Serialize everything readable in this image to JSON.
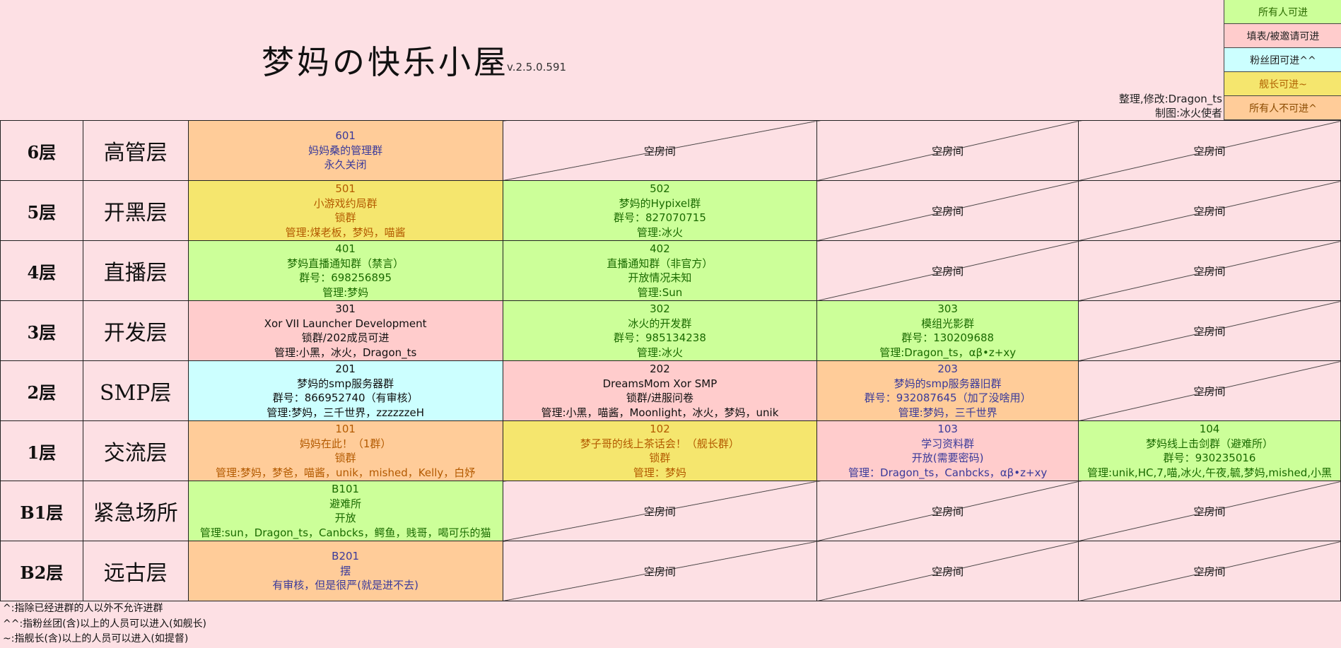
{
  "header": {
    "title": "梦妈の快乐小屋",
    "version": "v.2.5.0.591",
    "credit_editor": "整理,修改:Dragon_ts",
    "credit_maker": "制图:冰火使者"
  },
  "legend": [
    {
      "label": "所有人可进",
      "color": "#ccff99",
      "text_color": "#2a6a00"
    },
    {
      "label": "填表/被邀请可进",
      "color": "#ffcccc",
      "text_color": "#222222"
    },
    {
      "label": "粉丝团可进^^",
      "color": "#ccffff",
      "text_color": "#222222"
    },
    {
      "label": "舰长可进~",
      "color": "#f5e66e",
      "text_color": "#b06000"
    },
    {
      "label": "所有人不可进^",
      "color": "#ffcc99",
      "text_color": "#8a4a00"
    }
  ],
  "floors": [
    {
      "floor": "6层",
      "name": "高管层",
      "rooms": [
        {
          "type": "orange",
          "text_color": "#3a3a9a",
          "lines": [
            "601",
            "妈妈桑的管理群",
            "永久关闭"
          ]
        },
        {
          "type": "empty",
          "label": "空房间"
        },
        {
          "type": "empty",
          "label": "空房间"
        },
        {
          "type": "empty",
          "label": "空房间"
        }
      ]
    },
    {
      "floor": "5层",
      "name": "开黑层",
      "rooms": [
        {
          "type": "yellow",
          "text_color": "#b35a00",
          "lines": [
            "501",
            "小游戏约局群",
            "锁群",
            "管理:煤老板，梦妈，喵酱"
          ]
        },
        {
          "type": "green",
          "text_color": "#1a6a00",
          "lines": [
            "502",
            "梦妈的Hypixel群",
            "群号：827070715",
            "管理:冰火"
          ]
        },
        {
          "type": "empty",
          "label": "空房间"
        },
        {
          "type": "empty",
          "label": "空房间"
        }
      ]
    },
    {
      "floor": "4层",
      "name": "直播层",
      "rooms": [
        {
          "type": "green",
          "text_color": "#1a6a00",
          "lines": [
            "401",
            "梦妈直播通知群（禁言）",
            "群号：698256895",
            "管理:梦妈"
          ]
        },
        {
          "type": "green",
          "text_color": "#1a6a00",
          "lines": [
            "402",
            "直播通知群（非官方）",
            "开放情况未知",
            "管理:Sun"
          ]
        },
        {
          "type": "empty",
          "label": "空房间"
        },
        {
          "type": "empty",
          "label": "空房间"
        }
      ]
    },
    {
      "floor": "3层",
      "name": "开发层",
      "rooms": [
        {
          "type": "pink",
          "text_color": "#111111",
          "lines": [
            "301",
            "Xor VII Launcher Development",
            "锁群/202成员可进",
            "管理:小黑，冰火，Dragon_ts"
          ]
        },
        {
          "type": "green",
          "text_color": "#1a6a00",
          "lines": [
            "302",
            "冰火的开发群",
            "群号：985134238",
            "管理:冰火"
          ]
        },
        {
          "type": "green",
          "text_color": "#1a6a00",
          "lines": [
            "303",
            "模组光影群",
            "群号：130209688",
            "管理:Dragon_ts，αβ•z+xy"
          ]
        },
        {
          "type": "empty",
          "label": "空房间"
        }
      ]
    },
    {
      "floor": "2层",
      "name": "SMP层",
      "rooms": [
        {
          "type": "cyan",
          "text_color": "#111111",
          "lines": [
            "201",
            "梦妈的smp服务器群",
            "群号：866952740（有审核）",
            "管理:梦妈，三千世界，zzzzzzeH"
          ]
        },
        {
          "type": "pink",
          "text_color": "#111111",
          "lines": [
            "202",
            "DreamsMom Xor SMP",
            "锁群/进服问卷",
            "管理:小黑，喵酱，Moonlight，冰火，梦妈，unik"
          ]
        },
        {
          "type": "orange",
          "text_color": "#3a3a9a",
          "lines": [
            "203",
            "梦妈的smp服务器旧群",
            "群号：932087645（加了没啥用）",
            "管理:梦妈，三千世界"
          ]
        },
        {
          "type": "empty",
          "label": "空房间"
        }
      ]
    },
    {
      "floor": "1层",
      "name": "交流层",
      "rooms": [
        {
          "type": "orange",
          "text_color": "#b35a00",
          "lines": [
            "101",
            "妈妈在此！（1群）",
            "锁群",
            "管理:梦妈，梦爸，喵酱，unik，mished，Kelly，白妤"
          ]
        },
        {
          "type": "yellow",
          "text_color": "#b35a00",
          "lines": [
            "102",
            "梦子哥的线上茶话会！（舰长群）",
            "锁群",
            "管理：梦妈"
          ]
        },
        {
          "type": "pink",
          "text_color": "#3a3a9a",
          "lines": [
            "103",
            "学习资料群",
            "开放(需要密码)",
            "管理：Dragon_ts，Canbcks，αβ•z+xy"
          ]
        },
        {
          "type": "green",
          "text_color": "#1a6a00",
          "lines": [
            "104",
            "梦妈线上击剑群（避难所）",
            "群号：930235016",
            "管理:unik,HC,7,喵,冰火,午夜,毓,梦妈,mished,小黑"
          ]
        }
      ]
    },
    {
      "floor": "B1层",
      "name": "紧急场所",
      "rooms": [
        {
          "type": "green",
          "text_color": "#1a6a00",
          "lines": [
            "B101",
            "避难所",
            "开放",
            "管理:sun，Dragon_ts，Canbcks，鳄鱼，贱哥，喝可乐的猫"
          ]
        },
        {
          "type": "empty",
          "label": "空房间"
        },
        {
          "type": "empty",
          "label": "空房间"
        },
        {
          "type": "empty",
          "label": "空房间"
        }
      ]
    },
    {
      "floor": "B2层",
      "name": "远古层",
      "rooms": [
        {
          "type": "orange",
          "text_color": "#3a3a9a",
          "lines": [
            "B201",
            "摆",
            "有审核，但是很严(就是进不去)"
          ]
        },
        {
          "type": "empty",
          "label": "空房间"
        },
        {
          "type": "empty",
          "label": "空房间"
        },
        {
          "type": "empty",
          "label": "空房间"
        }
      ]
    }
  ],
  "footnotes": [
    "^:指除已经进群的人以外不允许进群",
    "^^:指粉丝团(含)以上的人员可以进入(如舰长)",
    "~:指舰长(含)以上的人员可以进入(如提督)"
  ]
}
